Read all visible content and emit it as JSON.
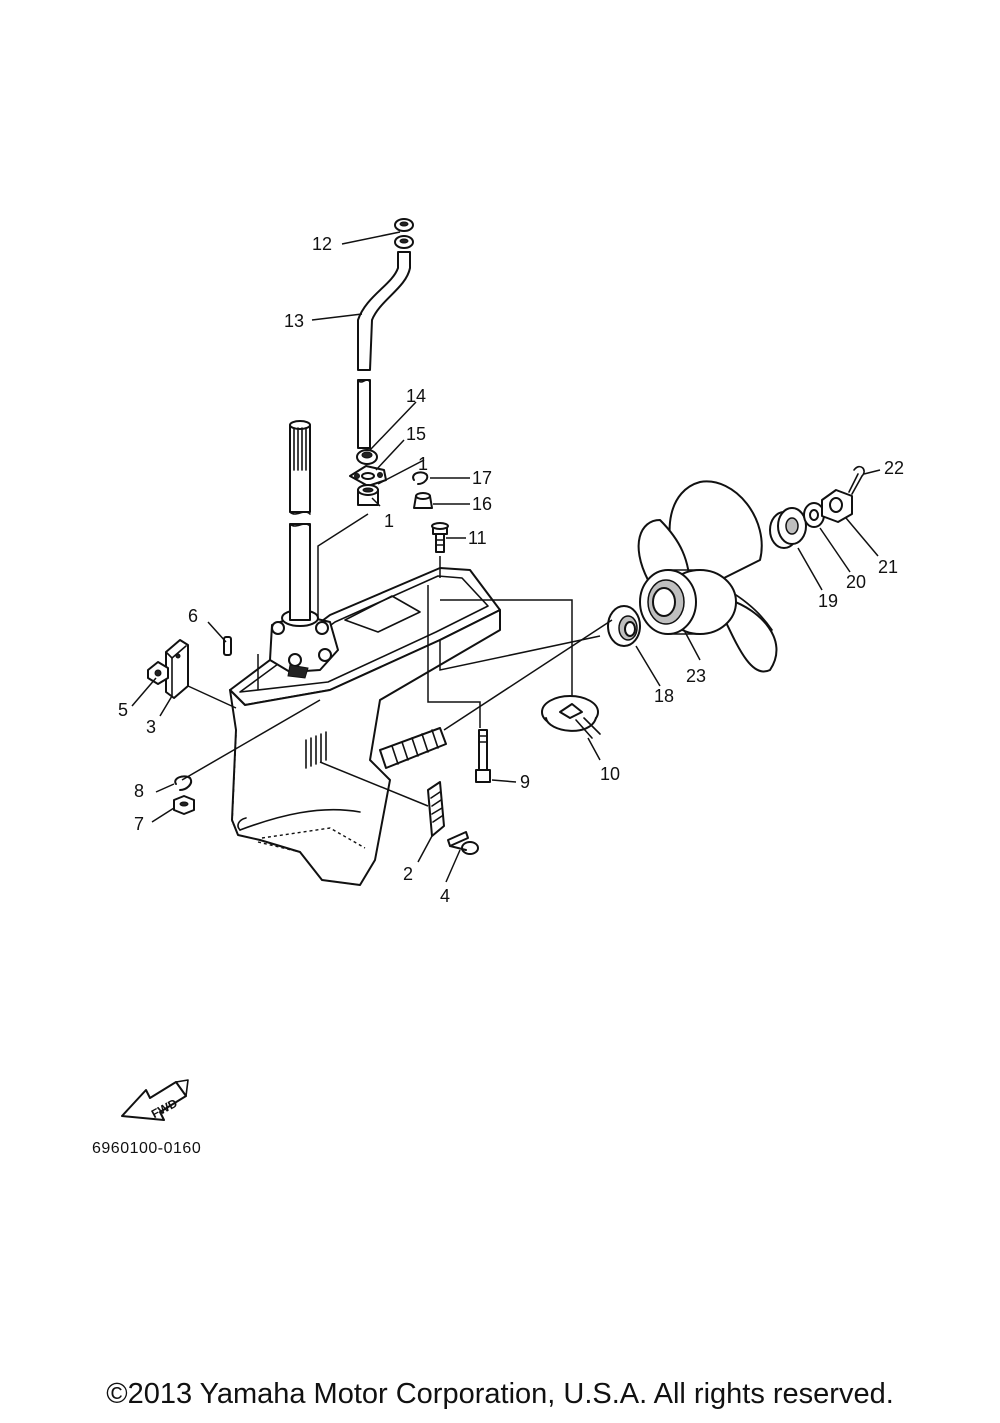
{
  "diagram": {
    "code": "6960100-0160",
    "fwd_label": "FWD",
    "copyright": "©2013 Yamaha Motor Corporation, U.S.A. All rights reserved.",
    "callouts": {
      "c1a": "1",
      "c1b": "1",
      "c2": "2",
      "c3": "3",
      "c4": "4",
      "c5": "5",
      "c6": "6",
      "c7": "7",
      "c8": "8",
      "c9": "9",
      "c10": "10",
      "c11": "11",
      "c12": "12",
      "c13": "13",
      "c14": "14",
      "c15": "15",
      "c16": "16",
      "c17": "17",
      "c18": "18",
      "c19": "19",
      "c20": "20",
      "c21": "21",
      "c22": "22",
      "c23": "23"
    }
  }
}
